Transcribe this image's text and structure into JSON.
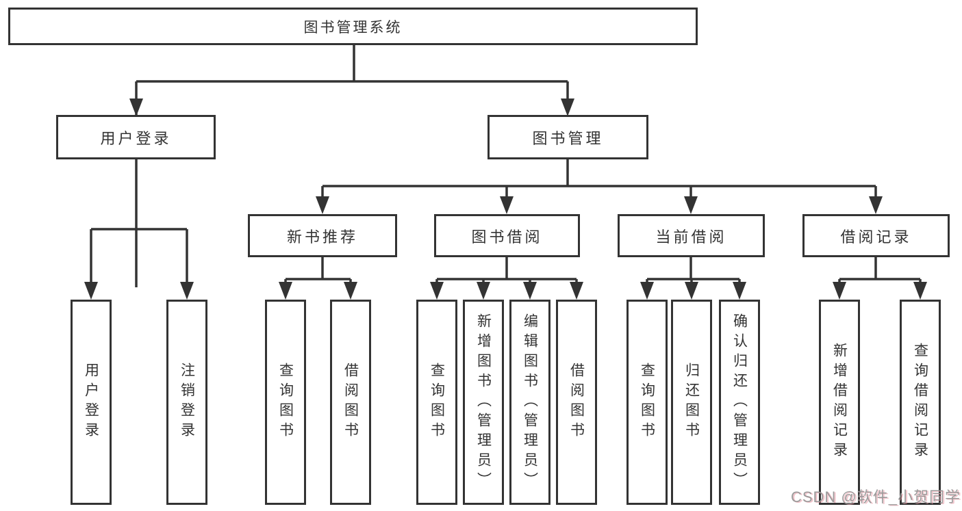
{
  "nodes": {
    "root": "图书管理系统",
    "user_login": "用户登录",
    "book_management": "图书管理",
    "new_book_recommend": "新书推荐",
    "book_borrow": "图书借阅",
    "current_borrow": "当前借阅",
    "borrow_records": "借阅记录"
  },
  "leaves": {
    "user_login": [
      "用户登录",
      "注销登录"
    ],
    "new_book_recommend": [
      "查询图书",
      "借阅图书"
    ],
    "book_borrow": [
      "查询图书",
      "新增图书（管理员）",
      "编辑图书（管理员）",
      "借阅图书"
    ],
    "current_borrow": [
      "查询图书",
      "归还图书",
      "确认归还（管理员）"
    ],
    "borrow_records": [
      "新增借阅记录",
      "查询借阅记录"
    ]
  },
  "watermark": "CSDN @软件_小贺同学",
  "colors": {
    "line": "#333333",
    "box_border": "#333333",
    "text": "#333333",
    "background": "#ffffff",
    "watermark_gray": "#949494",
    "watermark_pink": "#e8919f"
  }
}
